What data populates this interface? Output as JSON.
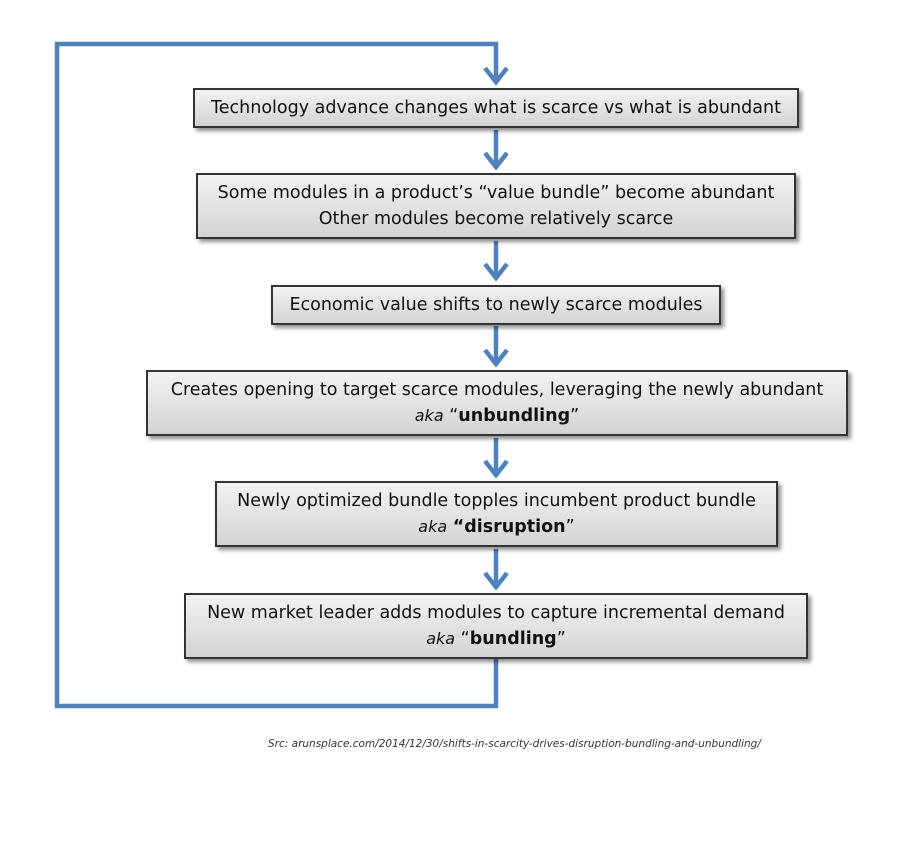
{
  "colors": {
    "arrow": "#4f81bd",
    "box_border": "#333333",
    "box_fill_top": "#f2f2f2",
    "box_fill_bottom": "#d3d3d3"
  },
  "steps": [
    {
      "lines": [
        "Technology advance changes what is scarce vs what is abundant"
      ]
    },
    {
      "lines": [
        "Some modules in a product’s “value bundle” become abundant",
        "Other modules become relatively scarce"
      ]
    },
    {
      "lines": [
        "Economic value shifts to newly scarce modules"
      ]
    },
    {
      "lines": [
        "Creates opening to target scarce modules, leveraging the newly abundant"
      ],
      "aka": "aka",
      "open_quote": "“",
      "term": "unbundling",
      "close_quote": "”"
    },
    {
      "lines": [
        "Newly optimized bundle topples incumbent product bundle"
      ],
      "aka": "aka",
      "open_quote": "“",
      "term": "disruption",
      "close_quote": "”"
    },
    {
      "lines": [
        "New market leader adds modules to capture incremental demand"
      ],
      "aka": "aka",
      "open_quote": "“",
      "term": "bundling",
      "close_quote": "”"
    }
  ],
  "source": "Src: arunsplace.com/2014/12/30/shifts-in-scarcity-drives-disruption-bundling-and-unbundling/"
}
